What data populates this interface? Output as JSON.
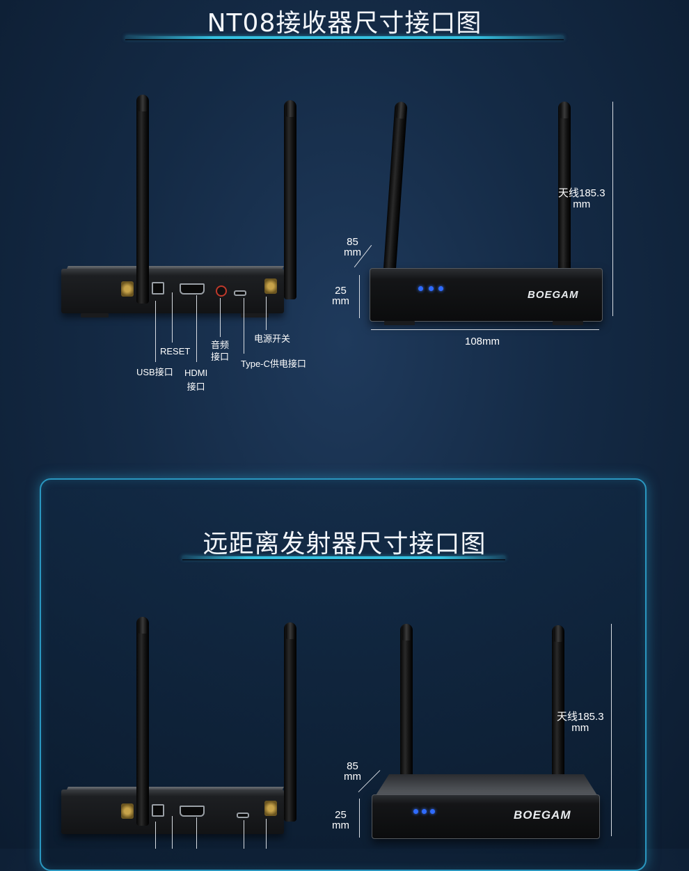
{
  "section1": {
    "title": "NT08接收器尺寸接口图",
    "labels": {
      "usb": "USB接口",
      "reset": "RESET",
      "hdmi": "HDMI\n接口",
      "audio": "音频\n接口",
      "typec": "Type-C供电接口",
      "power": "电源开关"
    },
    "dimensions": {
      "antenna": "天线185.3\nmm",
      "depth": "85\nmm",
      "height": "25\nmm",
      "width": "108mm"
    },
    "brand": "BOEGAM"
  },
  "section2": {
    "title": "远距离发射器尺寸接口图",
    "dimensions": {
      "antenna": "天线185.3\nmm",
      "depth": "85\nmm",
      "height": "25\nmm"
    },
    "brand": "BOEGAM"
  },
  "colors": {
    "accent": "#35c0e0",
    "background": "#142a45",
    "led": "#2f6bff"
  }
}
